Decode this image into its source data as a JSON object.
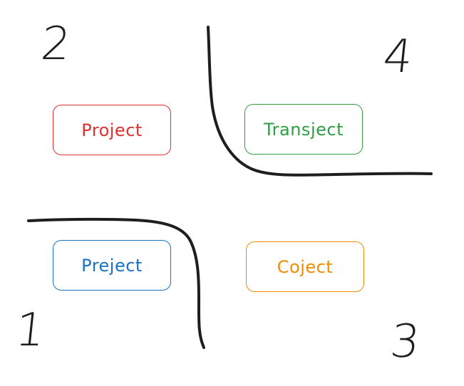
{
  "quadrants": {
    "top_left": {
      "number": "2",
      "label": "Project",
      "color": "#e03131"
    },
    "top_right": {
      "number": "4",
      "label": "Transject",
      "color": "#2f9e44"
    },
    "bottom_left": {
      "number": "1",
      "label": "Preject",
      "color": "#1971c2"
    },
    "bottom_right": {
      "number": "3",
      "label": "Coject",
      "color": "#f08c00"
    }
  },
  "stroke_color": "#1e1e1e"
}
